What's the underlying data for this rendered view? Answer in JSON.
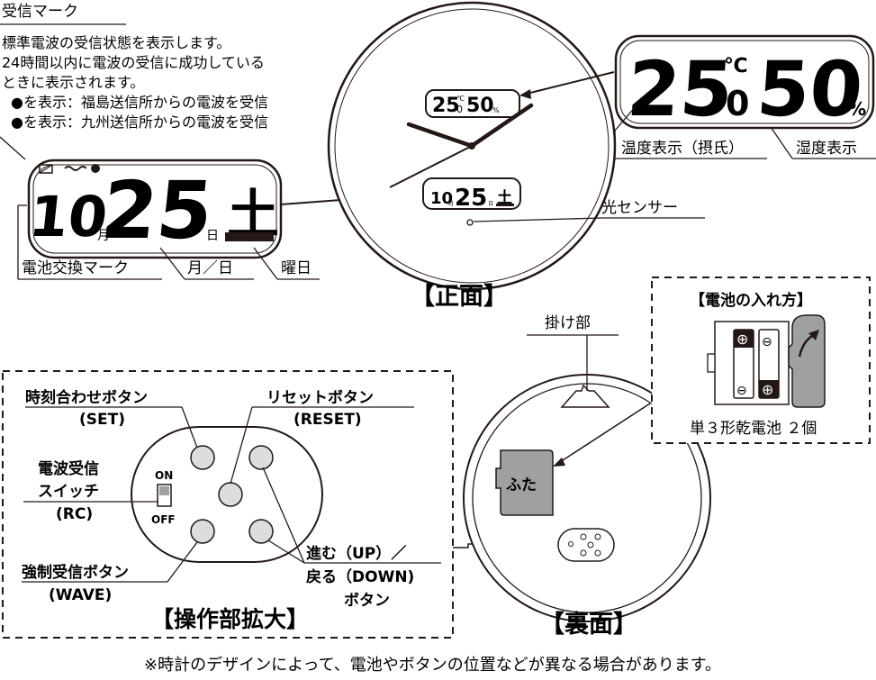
{
  "receive_mark": {
    "title": "受信マーク",
    "lines": [
      "標準電波の受信状態を表示します。",
      "24時間以内に電波の受信に成功している",
      "ときに表示されます。",
      "●を表示：福島送信所からの電波を受信",
      "●を表示：九州送信所からの電波を受信"
    ]
  },
  "date_display": {
    "month": "10",
    "month_unit": "月",
    "day": "25",
    "day_unit": "日",
    "weekday_glyph": "土"
  },
  "temp_display": {
    "temperature": "25",
    "temp_decimal": "0",
    "temp_unit": "℃",
    "humidity": "50",
    "humidity_unit": "%"
  },
  "labels": {
    "battery_mark": "電池交換マーク",
    "month_day": "月／日",
    "weekday": "曜日",
    "temperature": "温度表示（摂氏）",
    "humidity": "湿度表示",
    "light_sensor": "光センサー",
    "front": "【正面】",
    "hanger": "掛け部",
    "lid": "ふた",
    "back": "【裏面】"
  },
  "battery_box": {
    "title": "【電池の入れ方】",
    "caption": "単３形乾電池 ２個",
    "plus": "⊕",
    "minus": "⊖"
  },
  "operation": {
    "title": "【操作部拡大】",
    "set_label": "時刻合わせボタン",
    "set_code": "(SET)",
    "reset_label": "リセットボタン",
    "reset_code": "(RESET)",
    "rc_label_1": "電波受信",
    "rc_label_2": "スイッチ",
    "rc_code": "(RC)",
    "switch_on": "ON",
    "switch_off": "OFF",
    "wave_label": "強制受信ボタン",
    "wave_code": "(WAVE)",
    "updown_1": "進む（UP）／",
    "updown_2": "戻る（DOWN)",
    "updown_3": "ボタン"
  },
  "footnote": "※時計のデザインによって、電池やボタンの位置などが異なる場合があります。"
}
